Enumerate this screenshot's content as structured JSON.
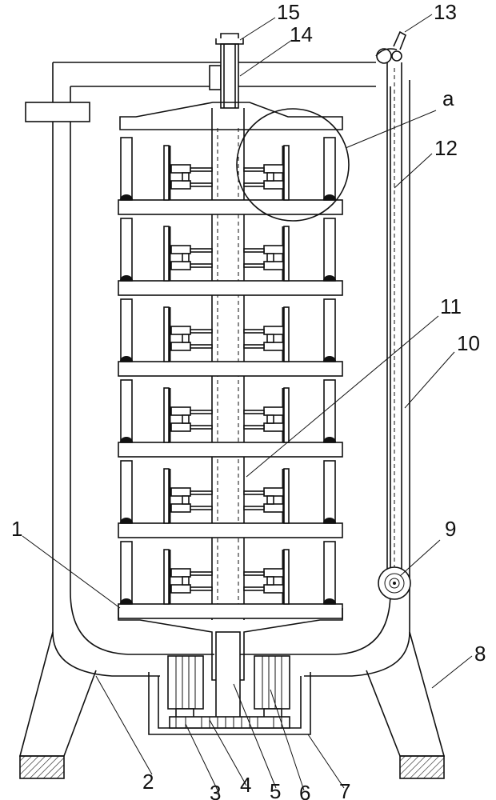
{
  "callouts": [
    {
      "id": "1",
      "text": "1"
    },
    {
      "id": "2",
      "text": "2"
    },
    {
      "id": "3",
      "text": "3"
    },
    {
      "id": "4",
      "text": "4"
    },
    {
      "id": "5",
      "text": "5"
    },
    {
      "id": "6",
      "text": "6"
    },
    {
      "id": "7",
      "text": "7"
    },
    {
      "id": "8",
      "text": "8"
    },
    {
      "id": "9",
      "text": "9"
    },
    {
      "id": "10",
      "text": "10"
    },
    {
      "id": "11",
      "text": "11"
    },
    {
      "id": "12",
      "text": "12"
    },
    {
      "id": "13",
      "text": "13"
    },
    {
      "id": "14",
      "text": "14"
    },
    {
      "id": "15",
      "text": "15"
    },
    {
      "id": "a",
      "text": "a"
    }
  ],
  "colors": {
    "line": "#111111",
    "background": "#ffffff"
  }
}
